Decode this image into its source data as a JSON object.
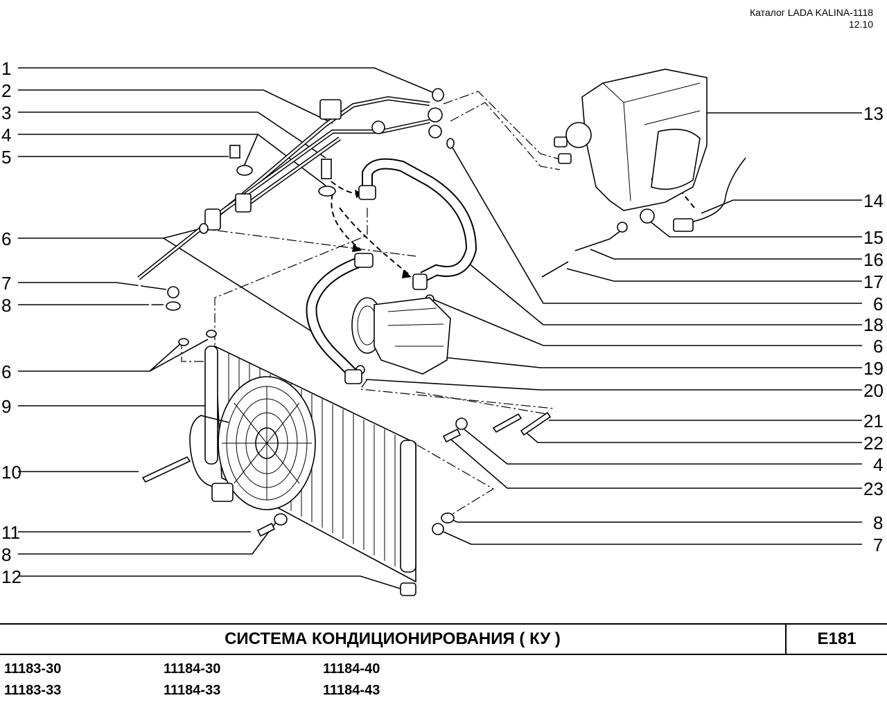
{
  "header": {
    "catalog": "Каталог LADA KALINA-1118",
    "date": "12.10"
  },
  "title": "СИСТЕМА  КОНДИЦИОНИРОВАНИЯ ( КУ )",
  "page_code": "E181",
  "models": [
    [
      "11183-30",
      "11184-30",
      "11184-40"
    ],
    [
      "11183-33",
      "11184-33",
      "11184-43"
    ]
  ],
  "callouts_left": [
    "1",
    "2",
    "3",
    "4",
    "5",
    "6",
    "7",
    "8",
    "6",
    "9",
    "10",
    "11",
    "8",
    "12"
  ],
  "callouts_right": [
    "13",
    "14",
    "15",
    "16",
    "17",
    "6",
    "18",
    "6",
    "19",
    "20",
    "21",
    "22",
    "4",
    "23",
    "8",
    "7"
  ]
}
